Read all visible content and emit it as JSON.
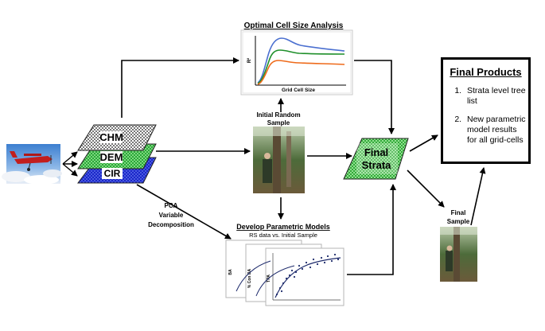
{
  "optimal": {
    "title": "Optimal Cell Size Analysis",
    "ylabel": "R²",
    "xlabel": "Grid Cell Size"
  },
  "layers": {
    "chm": "CHM",
    "dem": "DEM",
    "cir": "CIR"
  },
  "initial_sample": {
    "line1": "Initial Random",
    "line2": "Sample"
  },
  "pca": {
    "line1": "PCA",
    "line2": "Variable",
    "line3": "Decomposition"
  },
  "parametric": {
    "title": "Develop Parametric Models",
    "subtitle": "RS data vs. Initial Sample",
    "plot_labels": [
      "BA",
      "% Con BA",
      "TPA"
    ]
  },
  "final_strata": {
    "line1": "Final",
    "line2": "Strata"
  },
  "final_sample": {
    "line1": "Final",
    "line2": "Sample"
  },
  "final_products": {
    "title": "Final Products",
    "items": [
      "Strata level tree list",
      "New parametric model results for all grid-cells"
    ]
  },
  "colors": {
    "blue_line": "#4a6fd0",
    "green_line": "#1f8f2a",
    "orange_line": "#ee6a1a",
    "dem_green": "#2aa638",
    "cir_blue": "#1a26c8",
    "strata_green": "#4cc24c",
    "scatter_dot": "#1d2a6b"
  }
}
